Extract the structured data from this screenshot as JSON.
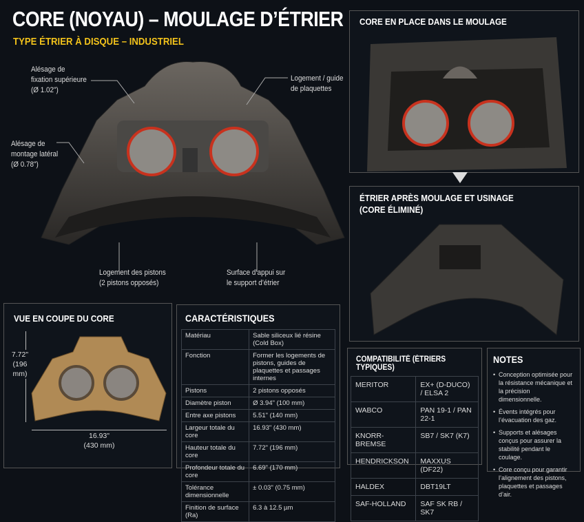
{
  "header": {
    "title": "CORE (NOYAU) – MOULAGE D’ÉTRIER",
    "subtitle": "TYPE ÉTRIER À DISQUE – INDUSTRIEL"
  },
  "callouts": {
    "top_bore": [
      "Alésage de",
      "fixation supérieure",
      "(Ø 1.02\")"
    ],
    "pad_guide": [
      "Logement / guide",
      "de plaquettes"
    ],
    "side_bore": [
      "Alésage de",
      "montage latéral",
      "(Ø 0.78\")"
    ],
    "piston_housing": [
      "Logement des pistons",
      "(2 pistons opposés)"
    ],
    "bearing_surface": [
      "Surface d’appui sur",
      "le support d’étrier"
    ]
  },
  "panels": {
    "core_in_mold": "CORE EN PLACE DANS LE MOULAGE",
    "after_casting": "ÉTRIER APRÈS MOULAGE ET USINAGE",
    "after_casting_2": "(CORE ÉLIMINÉ)"
  },
  "section": {
    "title": "VUE EN COUPE DU CORE",
    "height_in": "7.72\"",
    "height_mm": "(196 mm)",
    "width_in": "16.93\"",
    "width_mm": "(430 mm)"
  },
  "specs": {
    "title": "CARACTÉRISTIQUES",
    "rows": [
      [
        "Matériau",
        "Sable siliceux lié résine (Cold Box)"
      ],
      [
        "Fonction",
        "Former les logements de pistons, guides de plaquettes et passages internes"
      ],
      [
        "Pistons",
        "2 pistons opposés"
      ],
      [
        "Diamètre piston",
        "Ø 3.94\" (100 mm)"
      ],
      [
        "Entre axe pistons",
        "5.51\" (140 mm)"
      ],
      [
        "Largeur totale du core",
        "16.93\" (430 mm)"
      ],
      [
        "Hauteur totale du core",
        "7.72\" (196 mm)"
      ],
      [
        "Profondeur totale du core",
        "6.69\" (170 mm)"
      ],
      [
        "Tolérance dimensionnelle",
        "± 0.03\" (0.75 mm)"
      ],
      [
        "Finition de surface (Ra)",
        "6.3 à 12.5 µm"
      ]
    ]
  },
  "compat": {
    "title": "COMPATIBILITÉ (ÉTRIERS TYPIQUES)",
    "rows": [
      [
        "MERITOR",
        "EX+ (D-DUCO) / ELSA 2"
      ],
      [
        "WABCO",
        "PAN 19-1 / PAN 22-1"
      ],
      [
        "KNORR-BREMSE",
        "SB7 / SK7 (K7)"
      ],
      [
        "HENDRICKSON",
        "MAXXUS (DF22)"
      ],
      [
        "HALDEX",
        "DBT19LT"
      ],
      [
        "SAF-HOLLAND",
        "SAF SK RB / SK7"
      ]
    ]
  },
  "notes": {
    "title": "NOTES",
    "items": [
      "Conception optimisée pour la résistance mécanique et la précision dimensionnelle.",
      "Évents intégrés pour l’évacuation des gaz.",
      "Supports et alésages conçus pour assurer la stabilité pendant le coulage.",
      "Core conçu pour garantir l’alignement des pistons, plaquettes et passages d’air."
    ]
  },
  "colors": {
    "accent": "#f2c21b",
    "seal": "#c8321e",
    "core_sand": "#b08a55"
  }
}
